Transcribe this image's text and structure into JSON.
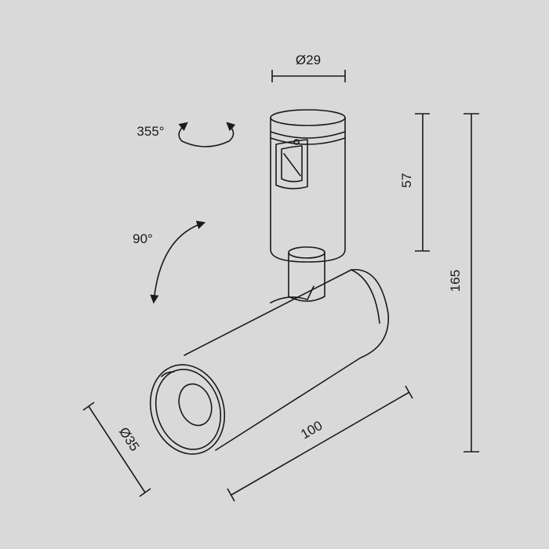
{
  "dimensions": {
    "mount_diameter": "Ø29",
    "rotation_horizontal": "355°",
    "rotation_vertical": "90°",
    "mount_height": "57",
    "total_height": "165",
    "body_length": "100",
    "body_diameter": "Ø35"
  },
  "colors": {
    "background": "#d9d9d9",
    "fixture_fill": "#d9d9d9",
    "line": "#1a1a1a"
  }
}
